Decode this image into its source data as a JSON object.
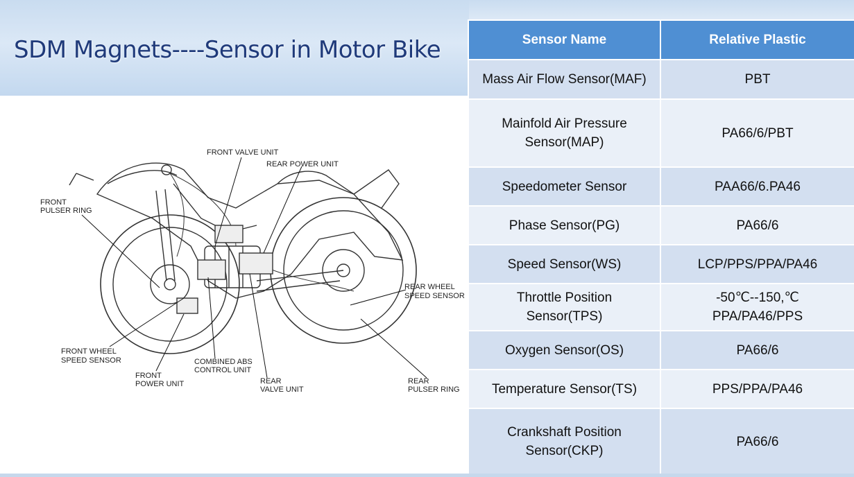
{
  "title": "SDM Magnets----Sensor in Motor Bike",
  "diagram": {
    "labels": {
      "front_valve_unit": "FRONT VALVE UNIT",
      "rear_power_unit": "REAR POWER UNIT",
      "front_pulser_ring_1": "FRONT",
      "front_pulser_ring_2": "PULSER RING",
      "rear_wheel_speed_1": "REAR WHEEL",
      "rear_wheel_speed_2": "SPEED SENSOR",
      "front_wheel_speed_1": "FRONT WHEEL",
      "front_wheel_speed_2": "SPEED SENSOR",
      "combined_abs_1": "COMBINED ABS",
      "combined_abs_2": "CONTROL UNIT",
      "front_power_1": "FRONT",
      "front_power_2": "POWER UNIT",
      "rear_valve_1": "REAR",
      "rear_valve_2": "VALVE UNIT",
      "rear_pulser_1": "REAR",
      "rear_pulser_2": "PULSER RING"
    }
  },
  "table": {
    "headers": [
      "Sensor Name",
      "Relative Plastic"
    ],
    "rows": [
      {
        "name_l1": "Mass Air Flow Sensor(MAF)",
        "name_l2": "",
        "plastic_l1": "PBT",
        "plastic_l2": ""
      },
      {
        "name_l1": "Mainfold Air Pressure",
        "name_l2": "Sensor(MAP)",
        "plastic_l1": "PA66/6/PBT",
        "plastic_l2": ""
      },
      {
        "name_l1": "Speedometer Sensor",
        "name_l2": "",
        "plastic_l1": "PAA66/6.PA46",
        "plastic_l2": ""
      },
      {
        "name_l1": "Phase Sensor(PG)",
        "name_l2": "",
        "plastic_l1": "PA66/6",
        "plastic_l2": ""
      },
      {
        "name_l1": "Speed Sensor(WS)",
        "name_l2": "",
        "plastic_l1": "LCP/PPS/PPA/PA46",
        "plastic_l2": ""
      },
      {
        "name_l1": "Throttle Position",
        "name_l2": "Sensor(TPS)",
        "plastic_l1": "-50℃--150,℃",
        "plastic_l2": "PPA/PA46/PPS"
      },
      {
        "name_l1": "Oxygen Sensor(OS)",
        "name_l2": "",
        "plastic_l1": "PA66/6",
        "plastic_l2": ""
      },
      {
        "name_l1": "Temperature Sensor(TS)",
        "name_l2": "",
        "plastic_l1": "PPS/PPA/PA46",
        "plastic_l2": ""
      },
      {
        "name_l1": "Crankshaft Position",
        "name_l2": "Sensor(CKP)",
        "plastic_l1": "PA66/6",
        "plastic_l2": ""
      }
    ]
  }
}
